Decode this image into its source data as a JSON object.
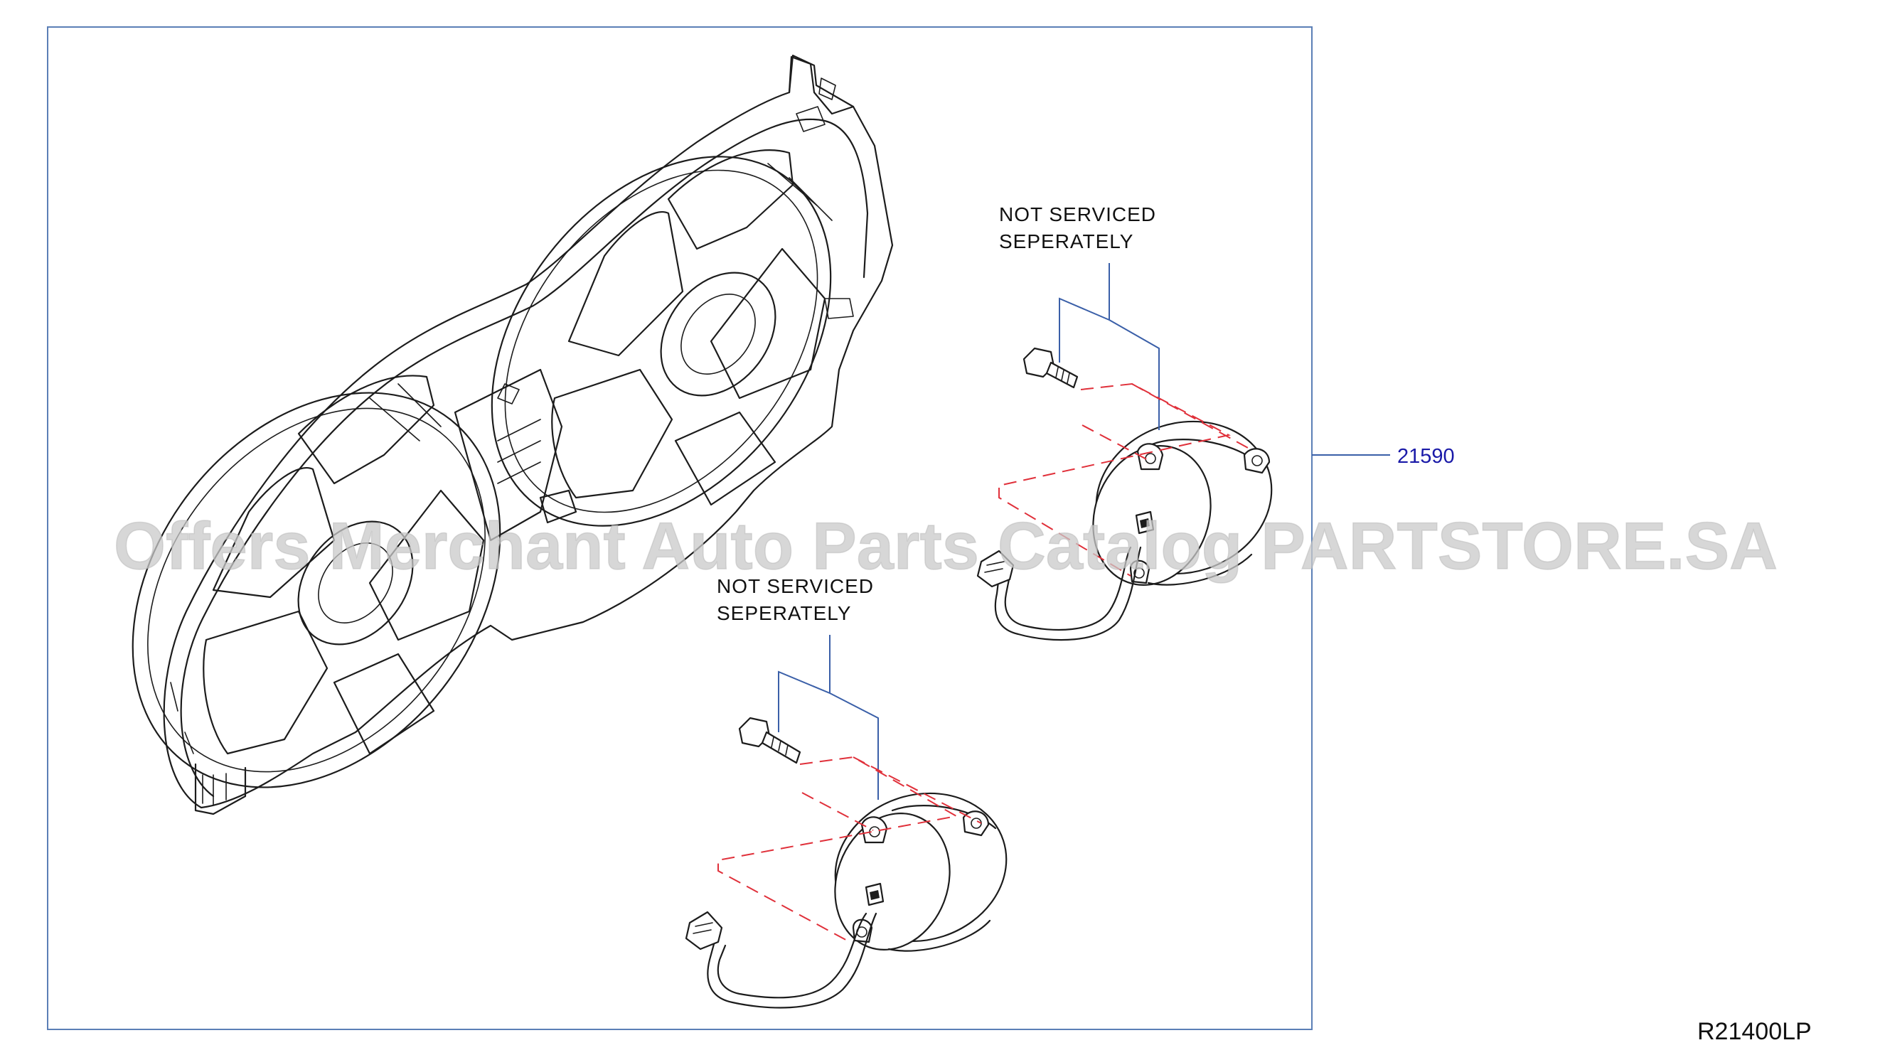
{
  "diagram": {
    "callouts": [
      {
        "line1": "NOT  SERVICED",
        "line2": "SEPERATELY"
      },
      {
        "line1": "NOT  SERVICED",
        "line2": "SEPERATELY"
      }
    ],
    "part_number": "21590",
    "reference_code": "R21400LP",
    "watermark": "Offers Merchant Auto Parts Catalog PARTSTORE.SA",
    "colors": {
      "frame": "#5b7fb6",
      "leader": "#3a5fa8",
      "dashed_guide": "#e0303a",
      "part_number": "#1a1aa8",
      "watermark": "#c9c9c9"
    },
    "icons": [
      "fan-shroud-drawing",
      "fan-motor-drawing",
      "bolt-drawing",
      "wire-harness-drawing"
    ]
  }
}
